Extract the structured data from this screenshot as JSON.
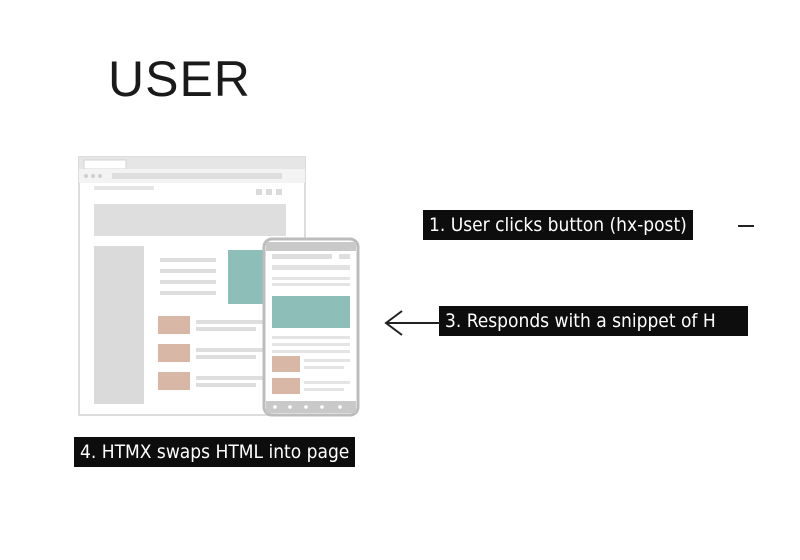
{
  "diagram": {
    "title": "USER",
    "steps": {
      "step1": "1. User clicks button (hx-post)",
      "step3": "3. Responds with a snippet of H",
      "step4": "4. HTMX swaps HTML into page"
    }
  },
  "colors": {
    "label_bg": "#0d0d0d",
    "label_text": "#ffffff",
    "teal": "#8dbfb8",
    "tan": "#d9b7a6",
    "wire_gray": "#d8d8d8",
    "frame_gray": "#bdbdbd"
  },
  "icons": [
    "browser-window-icon",
    "mobile-phone-icon",
    "arrow-left-icon",
    "arrow-right-line-icon"
  ]
}
